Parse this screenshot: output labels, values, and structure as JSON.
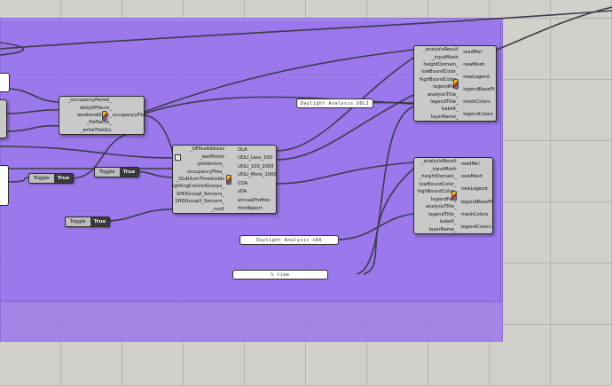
{
  "app": "Grasshopper canvas",
  "components": {
    "occupancy": {
      "inputs": [
        "_occupancyPeriod_",
        "dailyOfHours_",
        "weekendDays_",
        "_fileName_",
        "_writeTheOcc"
      ],
      "outputs": [
        "occupancyFile"
      ]
    },
    "dla": {
      "inputs": [
        "_illFilesAddress",
        "_testPoints",
        "ptsVectors_",
        "occupancyFiles_",
        "_DLAIllumThresholds",
        "lightingControlGroups_",
        "SHDGroupI_Sensors_",
        "SHDGroupII_Sensors_",
        "_runIt"
      ],
      "outputs": [
        "DLA",
        "UDLI_Less_100",
        "UDLI_100_2000",
        "UDLI_More_2000",
        "CDA",
        "sDA",
        "annualProfiles",
        "htmReport"
      ]
    },
    "recolor_top": {
      "inputs": [
        "_analysisResult",
        "_inputMesh",
        "heightDomain_",
        "lowBoundColor_",
        "highBoundColor_",
        "legendPar_",
        "analysisTitle_",
        "legendTitle_",
        "bakeIt_",
        "layerName_"
      ],
      "outputs": [
        "readMe!",
        "newMesh",
        "newLegend",
        "legendBasePt",
        "meshColors",
        "legendColors"
      ]
    },
    "recolor_bottom": {
      "inputs": [
        "_analysisResult",
        "_inputMesh",
        "_heightDomain_",
        "lowBoundColor_",
        "highBoundColor_",
        "legendPar_",
        "analysisTitle_",
        "legendTitle_",
        "bakeIt_",
        "layerName_"
      ],
      "outputs": [
        "readMe!",
        "newMesh",
        "newLegend",
        "legendBasePt",
        "meshColors",
        "legendColors"
      ]
    }
  },
  "toggles": [
    {
      "name": "Toggle",
      "value": "True"
    },
    {
      "name": "Toggle",
      "value": "True"
    },
    {
      "name": "Toggle",
      "value": "True"
    }
  ],
  "panels": {
    "udli": "Daylight Analysis UDLI",
    "sda": "Daylight Analysis sDA",
    "time": "% time"
  },
  "colors": {
    "canvas": "#d2d0cb",
    "group": "#9b78eb",
    "wire": "#3c3c4a"
  }
}
